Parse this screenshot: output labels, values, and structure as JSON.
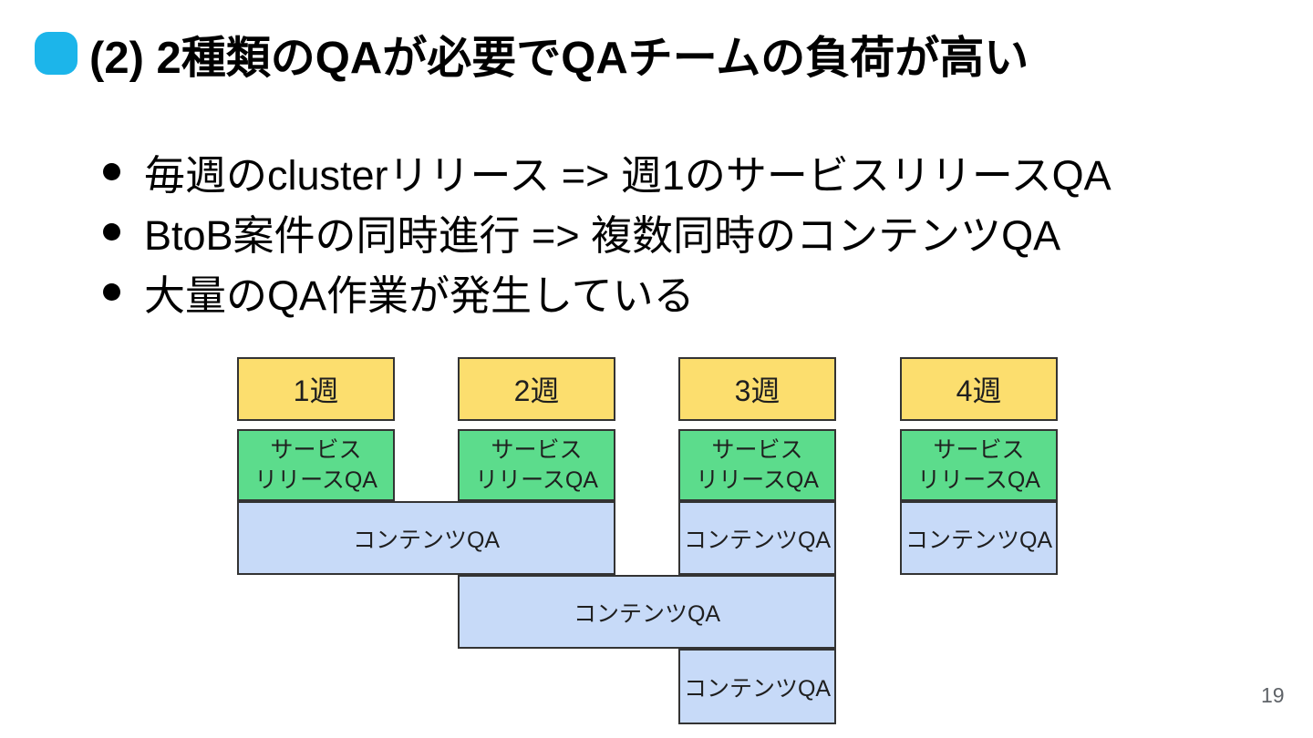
{
  "slide": {
    "title": "(2) 2種類のQAが必要でQAチームの負荷が高い",
    "bullets": [
      "毎週のclusterリリース => 週1のサービスリリースQA",
      "BtoB案件の同時進行 => 複数同時のコンテンツQA",
      "大量のQA作業が発生している"
    ],
    "page_number": "19"
  },
  "diagram": {
    "week_headers": [
      {
        "label": "1週"
      },
      {
        "label": "2週"
      },
      {
        "label": "3週"
      },
      {
        "label": "4週"
      }
    ],
    "service_release_qa": {
      "line1": "サービス",
      "line2": "リリースQA"
    },
    "content_qa_boxes": [
      {
        "label": "コンテンツQA",
        "row": 1,
        "weeks": [
          1,
          2
        ]
      },
      {
        "label": "コンテンツQA",
        "row": 1,
        "weeks": [
          3
        ]
      },
      {
        "label": "コンテンツQA",
        "row": 1,
        "weeks": [
          4
        ]
      },
      {
        "label": "コンテンツQA",
        "row": 2,
        "weeks": [
          2,
          3
        ]
      },
      {
        "label": "コンテンツQA",
        "row": 3,
        "weeks": [
          3
        ]
      }
    ]
  },
  "colors": {
    "accent-bullet": "#1CB5EA",
    "week-header-bg": "#FCDE6E",
    "service-qa-bg": "#5CDC8C",
    "content-qa-bg": "#C7DAF8",
    "box-border": "#333333",
    "box-text": "#1F1F1F",
    "page-number-color": "#5F6368"
  }
}
